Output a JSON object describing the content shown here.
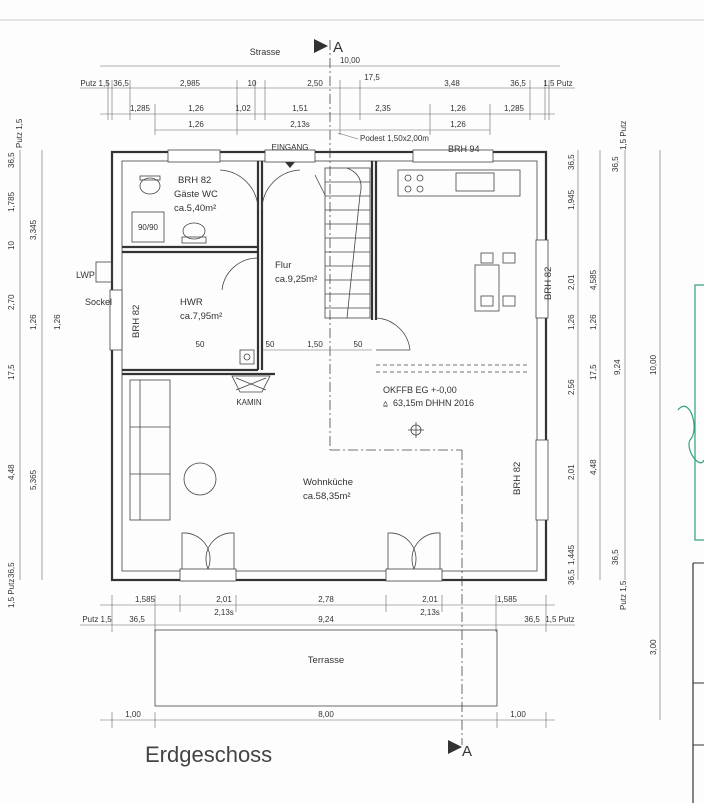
{
  "plan": {
    "title": "Erdgeschoss",
    "street": "Strasse",
    "section_marker": "A",
    "rooms": {
      "gaeste_wc_brh": "BRH 82",
      "gaeste_wc_name": "Gäste WC",
      "gaeste_wc_area": "ca.5,40m²",
      "shower_label": "90/90",
      "flur_name": "Flur",
      "flur_area": "ca.9,25m²",
      "hwr_name": "HWR",
      "hwr_area": "ca.7,95m²",
      "hwr_brh": "BRH 82",
      "kitchen_brh_top": "BRH 94",
      "kitchen_brh_side": "BRH 82",
      "wohn_name": "Wohnküche",
      "wohn_area": "ca.58,35m²",
      "wohn_brh": "BRH 82",
      "kamin": "KAMIN",
      "eingang": "EINGANG",
      "lwp": "LWP",
      "sockel": "Sockel",
      "podest": "Podest 1,50x2,00m",
      "okffb": "OKFFB EG +-0,00",
      "dhhn": "63,15m DHHN 2016",
      "terrasse": "Terrasse"
    },
    "dims_top": {
      "overall": "10,00",
      "row1": [
        "Putz 1,5",
        "36,5",
        "2,985",
        "10",
        "2,50",
        "17,5",
        "3,48",
        "36,5",
        "1,5 Putz"
      ],
      "row2": [
        "1,285",
        "1,26",
        "1,02",
        "1,51",
        "2,35",
        "1,26",
        "1,285"
      ],
      "row3": [
        "1,26",
        "2,13s",
        "1,26"
      ]
    },
    "dims_bottom": {
      "row1": [
        "1,585",
        "2,01",
        "2,78",
        "2,01",
        "1,585"
      ],
      "row2": [
        "Putz 1,5",
        "36,5",
        "9,24",
        "36,5",
        "1,5 Putz"
      ],
      "row2b": [
        "2,13s",
        "2,13s"
      ],
      "terrace": [
        "1,00",
        "8,00",
        "1,00"
      ]
    },
    "dims_left": {
      "outer": [
        "Putz 1,5",
        "36,5",
        "1,785",
        "10",
        "2,70",
        "17,5",
        "4,48",
        "36,5",
        "1,5 Putz"
      ],
      "inner": [
        "3,345",
        "1,26",
        "5,365"
      ]
    },
    "dims_right": {
      "outer": [
        "36,5",
        "1,945",
        "2,01",
        "1,26",
        "2,56",
        "2,01",
        "1,445",
        "36,5"
      ],
      "mid": [
        "4,585",
        "17,5",
        "4,48",
        "1,26"
      ],
      "total": [
        "9,24",
        "10,00",
        "3,00"
      ],
      "putz": [
        "1,5 Putz",
        "36,5",
        "Putz 1,5",
        "36,5"
      ]
    },
    "interior_dims": [
      "50",
      "1,50",
      "50"
    ]
  }
}
